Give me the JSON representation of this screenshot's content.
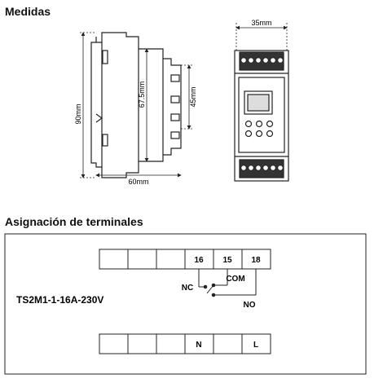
{
  "sections": {
    "dimensions_title": "Medidas",
    "terminals_title": "Asignación de terminales"
  },
  "dimensions": {
    "width_front": "35mm",
    "height_total": "90mm",
    "height_inner": "67.5mm",
    "height_front": "45mm",
    "depth": "60mm"
  },
  "terminals": {
    "model": "TS2M1-1-16A-230V",
    "top_row": [
      "",
      "",
      "",
      "16",
      "15",
      "18"
    ],
    "bottom_row": [
      "",
      "",
      "",
      "N",
      "",
      "L"
    ],
    "contact_nc": "NC",
    "contact_com": "COM",
    "contact_no": "NO"
  }
}
